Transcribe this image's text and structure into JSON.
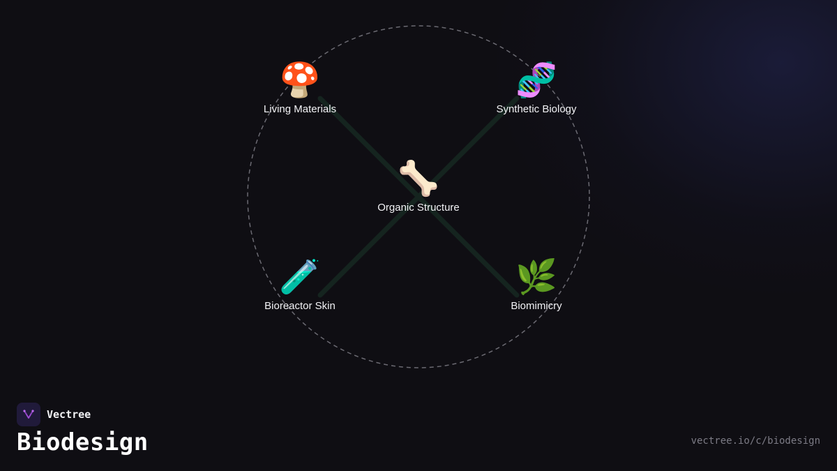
{
  "diagram": {
    "center": {
      "icon": "bone-icon",
      "emoji": "🦴",
      "label": "Organic Structure"
    },
    "nodes": [
      {
        "icon": "mushroom-icon",
        "emoji": "🍄",
        "label": "Living Materials"
      },
      {
        "icon": "dna-icon",
        "emoji": "🧬",
        "label": "Synthetic Biology"
      },
      {
        "icon": "test-tube-icon",
        "emoji": "🧪",
        "label": "Bioreactor Skin"
      },
      {
        "icon": "herb-icon",
        "emoji": "🌿",
        "label": "Biomimicry"
      }
    ]
  },
  "footer": {
    "brand_name": "Vectree",
    "title": "Biodesign",
    "url": "vectree.io/c/biodesign"
  },
  "colors": {
    "background": "#0f0e13",
    "connector": "#15241f",
    "ring": "#6b6a72",
    "logo_bg": "#201a3a",
    "logo_accent": "#a04bd6"
  }
}
